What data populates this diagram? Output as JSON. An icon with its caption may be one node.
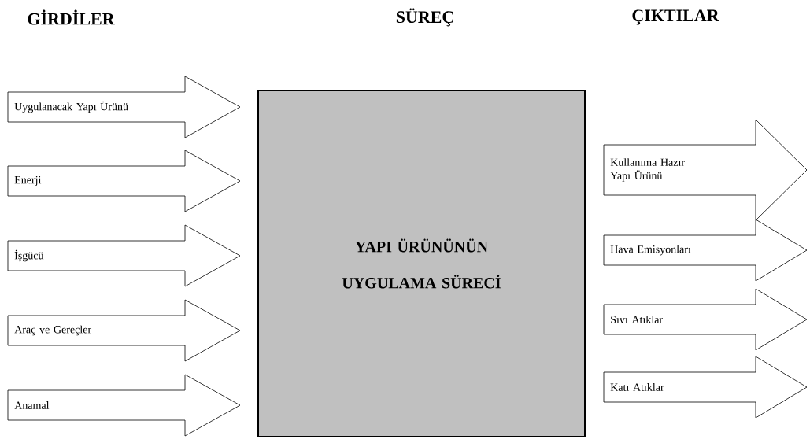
{
  "diagram": {
    "nodes": [
      {
        "text": [
          "Uygulanacak Yapı Ürünü"
        ]
      },
      {
        "text": [
          "Enerji"
        ]
      },
      {
        "text": [
          "İşgücü"
        ]
      },
      {
        "text": [
          "Araç ve Gereçler"
        ]
      },
      {
        "text": [
          "Anamal"
        ]
      },
      {
        "text": [
          "YAPI ÜRÜNÜNÜN UYGULAMA SÜRECİ"
        ]
      },
      {
        "text": [
          "Kullanıma Hazır Yapı Ürünü"
        ]
      },
      {
        "text": [
          "Hava Emisyonları"
        ]
      },
      {
        "text": [
          "Sıvı Atıklar"
        ]
      },
      {
        "text": [
          "Katı Atıklar"
        ]
      }
    ],
    "labels": [
      "GİRDİLER",
      "SÜREÇ",
      "ÇIKTILAR"
    ]
  }
}
